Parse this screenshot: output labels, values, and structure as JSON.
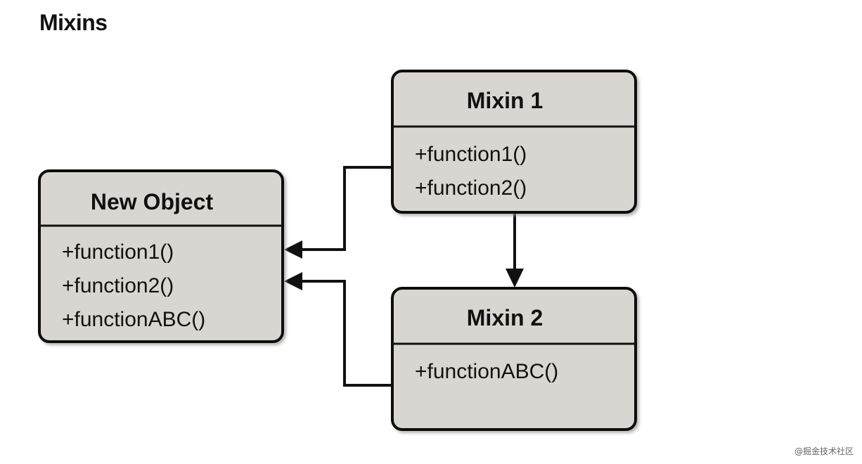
{
  "title": "Mixins",
  "watermark": "@掘金技术社区",
  "boxes": {
    "new_object": {
      "title": "New Object",
      "methods": [
        "+function1()",
        "+function2()",
        "+functionABC()"
      ]
    },
    "mixin1": {
      "title": "Mixin 1",
      "methods": [
        "+function1()",
        "+function2()"
      ]
    },
    "mixin2": {
      "title": "Mixin 2",
      "methods": [
        "+functionABC()"
      ]
    }
  },
  "colors": {
    "box_fill": "#d9d6d2",
    "stroke": "#111111",
    "shadow": "#bdbab6"
  }
}
